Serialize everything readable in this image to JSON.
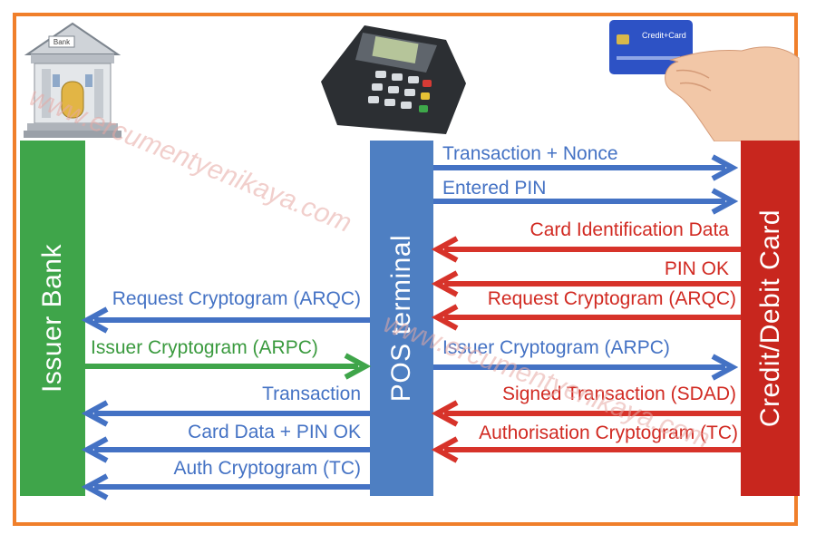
{
  "colors": {
    "frame": "#f07f2a",
    "bank": "#3fa54a",
    "pos": "#4e7fc2",
    "card": "#c8261e",
    "blue_arrow": "#4472c4",
    "red_arrow": "#d7332a",
    "green_arrow": "#3fa54a"
  },
  "columns": {
    "bank": "Issuer Bank",
    "pos": "POS terminal",
    "card": "Credit/Debit Card"
  },
  "images": {
    "bank_sign": "Bank",
    "card_text": "Credit+Card"
  },
  "watermark": "www.ercumentyenikaya.com",
  "messages": {
    "m1": "Transaction + Nonce",
    "m2": "Entered PIN",
    "m3": "Card Identification Data",
    "m4": "PIN OK",
    "m5": "Request Cryptogram (ARQC)",
    "m6": "Issuer Cryptogram (ARPC)",
    "m7": "Signed Transaction (SDAD)",
    "m8": "Authorisation Cryptogram (TC)",
    "b1": "Request Cryptogram (ARQC)",
    "b2": "Issuer Cryptogram (ARPC)",
    "b3": "Transaction",
    "b4": "Card Data + PIN OK",
    "b5": "Auth Cryptogram (TC)"
  }
}
